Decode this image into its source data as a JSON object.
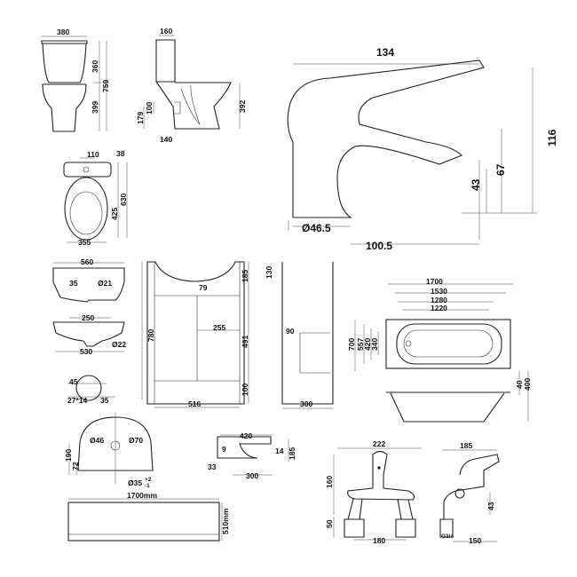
{
  "toilet_front": {
    "width": "380",
    "cistern_height": "360",
    "total_height": "759",
    "pan_height": "399"
  },
  "toilet_side": {
    "cistern_depth": "160",
    "height": "392",
    "outlet_height": "179",
    "outlet_size": "100",
    "outlet_offset": "140"
  },
  "toilet_top": {
    "fixing_spacing": "110",
    "offset": "38",
    "seat_depth": "425",
    "total_depth": "630",
    "width": "355"
  },
  "basin_tap": {
    "height_total": "134",
    "height_116": "116",
    "spout_height": "67",
    "spout_base": "43",
    "base_diameter": "Ø46.5",
    "reach": "100.5"
  },
  "basin_top": {
    "width": "560",
    "depth": "35",
    "hole": "Ø21"
  },
  "basin_front": {
    "fixing_spacing": "250",
    "width": "530",
    "hole": "Ø22"
  },
  "basin_detail": {
    "a": "45",
    "b": "27*14",
    "c": "35"
  },
  "vanity_front": {
    "height": "780",
    "gap": "79",
    "door_width": "255",
    "top": "185",
    "door_height": "491",
    "plinth": "100",
    "width": "516"
  },
  "vanity_side": {
    "top": "130",
    "shelf": "90",
    "depth": "300"
  },
  "bath": {
    "length": "1700",
    "l1530": "1530",
    "l1280": "1280",
    "l1220": "1220",
    "width": "700",
    "w557": "557",
    "w420": "420",
    "w340": "340",
    "rim": "40",
    "height": "400"
  },
  "round_basin": {
    "d46": "Ø46",
    "d70": "Ø70",
    "h190": "190",
    "h72": "72",
    "waste": "Ø35",
    "tol_plus": "+2",
    "tol_minus": "-1"
  },
  "small_basin": {
    "width": "420",
    "a": "9",
    "b": "14",
    "height": "185",
    "c": "33",
    "depth": "300"
  },
  "bath_panel": {
    "length": "1700mm",
    "height": "510mm"
  },
  "bath_mixer": {
    "width": "222",
    "height": "160",
    "tail": "50",
    "centres": "180"
  },
  "basin_mixer": {
    "width": "185",
    "spout": "43",
    "thread": "G3/4",
    "reach": "150"
  }
}
